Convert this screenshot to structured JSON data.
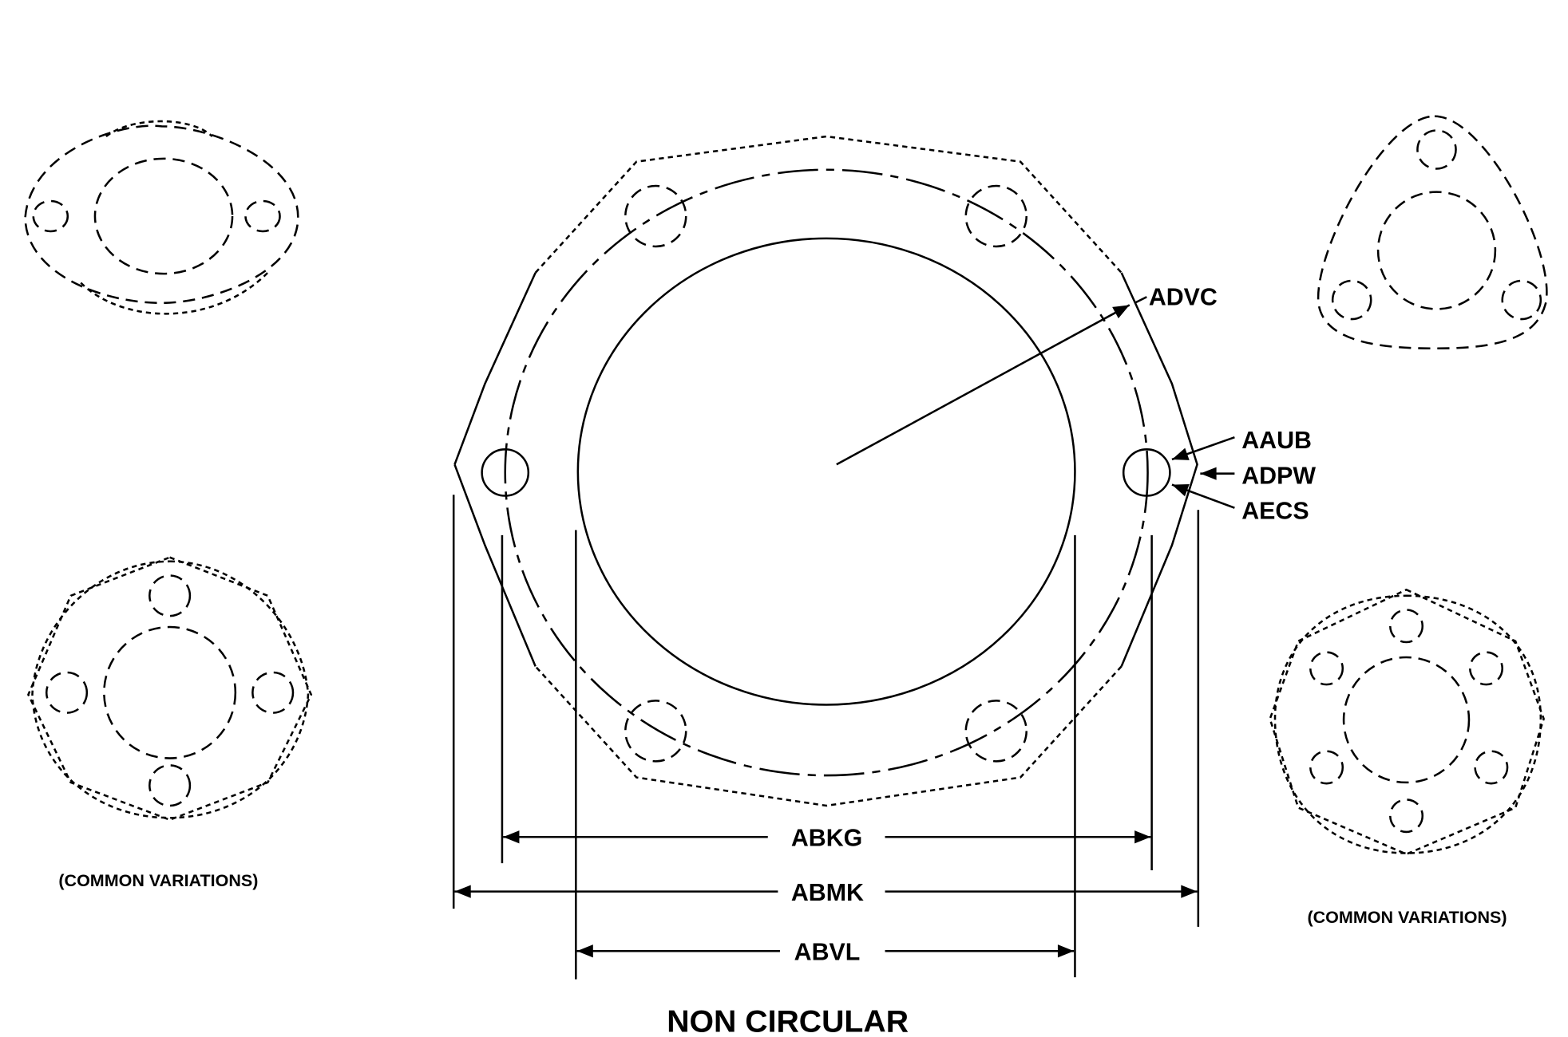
{
  "title": "NON CIRCULAR",
  "labels": {
    "advc": "ADVC",
    "aaub": "AAUB",
    "adpw": "ADPW",
    "aecs": "AECS",
    "abkg": "ABKG",
    "abmk": "ABMK",
    "abvl": "ABVL"
  },
  "captions": {
    "left": "(COMMON VARIATIONS)",
    "right": "(COMMON VARIATIONS)"
  }
}
